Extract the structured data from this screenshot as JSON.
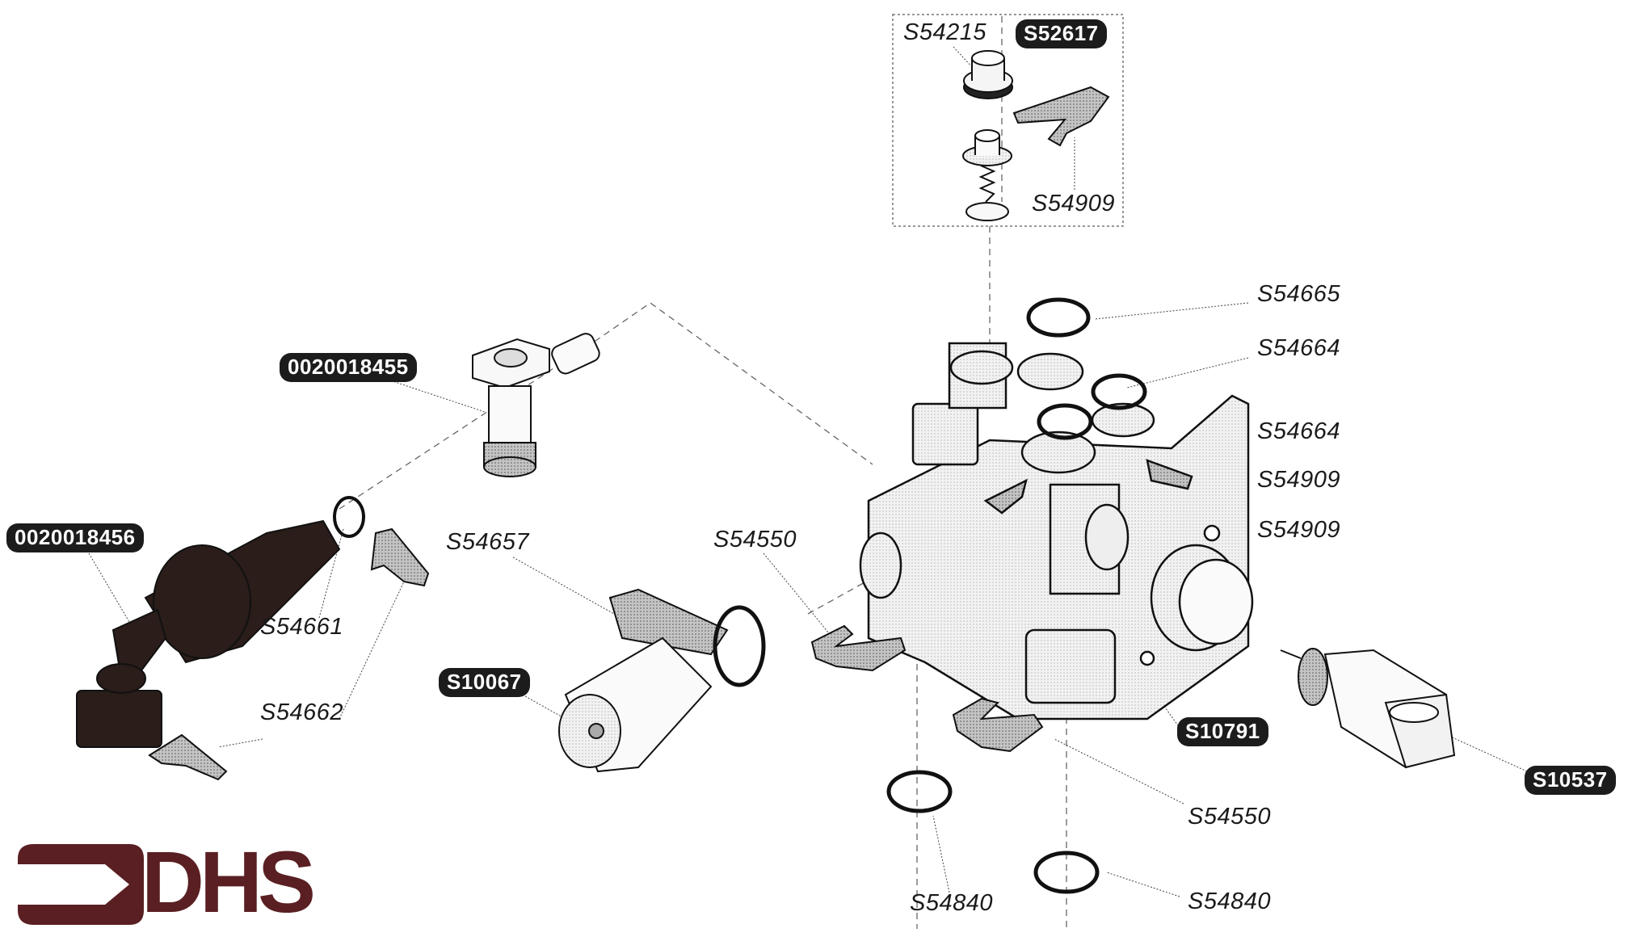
{
  "diagram": {
    "type": "exploded-parts-view",
    "brand_color": "#5a1f22",
    "logo_text": "DHS",
    "inset_box": {
      "labels": [
        "S54215",
        "S52617",
        "S54909"
      ]
    },
    "plain_labels": [
      {
        "id": "s54215",
        "text": "S54215"
      },
      {
        "id": "s54909-inset",
        "text": "S54909"
      },
      {
        "id": "s54665",
        "text": "S54665"
      },
      {
        "id": "s54664-a",
        "text": "S54664"
      },
      {
        "id": "s54664-b",
        "text": "S54664"
      },
      {
        "id": "s54909-a",
        "text": "S54909"
      },
      {
        "id": "s54909-b",
        "text": "S54909"
      },
      {
        "id": "s54657",
        "text": "S54657"
      },
      {
        "id": "s54550-a",
        "text": "S54550"
      },
      {
        "id": "s54661",
        "text": "S54661"
      },
      {
        "id": "s54662",
        "text": "S54662"
      },
      {
        "id": "s54550-b",
        "text": "S54550"
      },
      {
        "id": "s54840-a",
        "text": "S54840"
      },
      {
        "id": "s54840-b",
        "text": "S54840"
      }
    ],
    "badge_labels": [
      {
        "id": "s52617",
        "text": "S52617"
      },
      {
        "id": "p0020018455",
        "text": "0020018455"
      },
      {
        "id": "p0020018456",
        "text": "0020018456"
      },
      {
        "id": "s10067",
        "text": "S10067"
      },
      {
        "id": "s10791",
        "text": "S10791"
      },
      {
        "id": "s10537",
        "text": "S10537"
      }
    ]
  }
}
